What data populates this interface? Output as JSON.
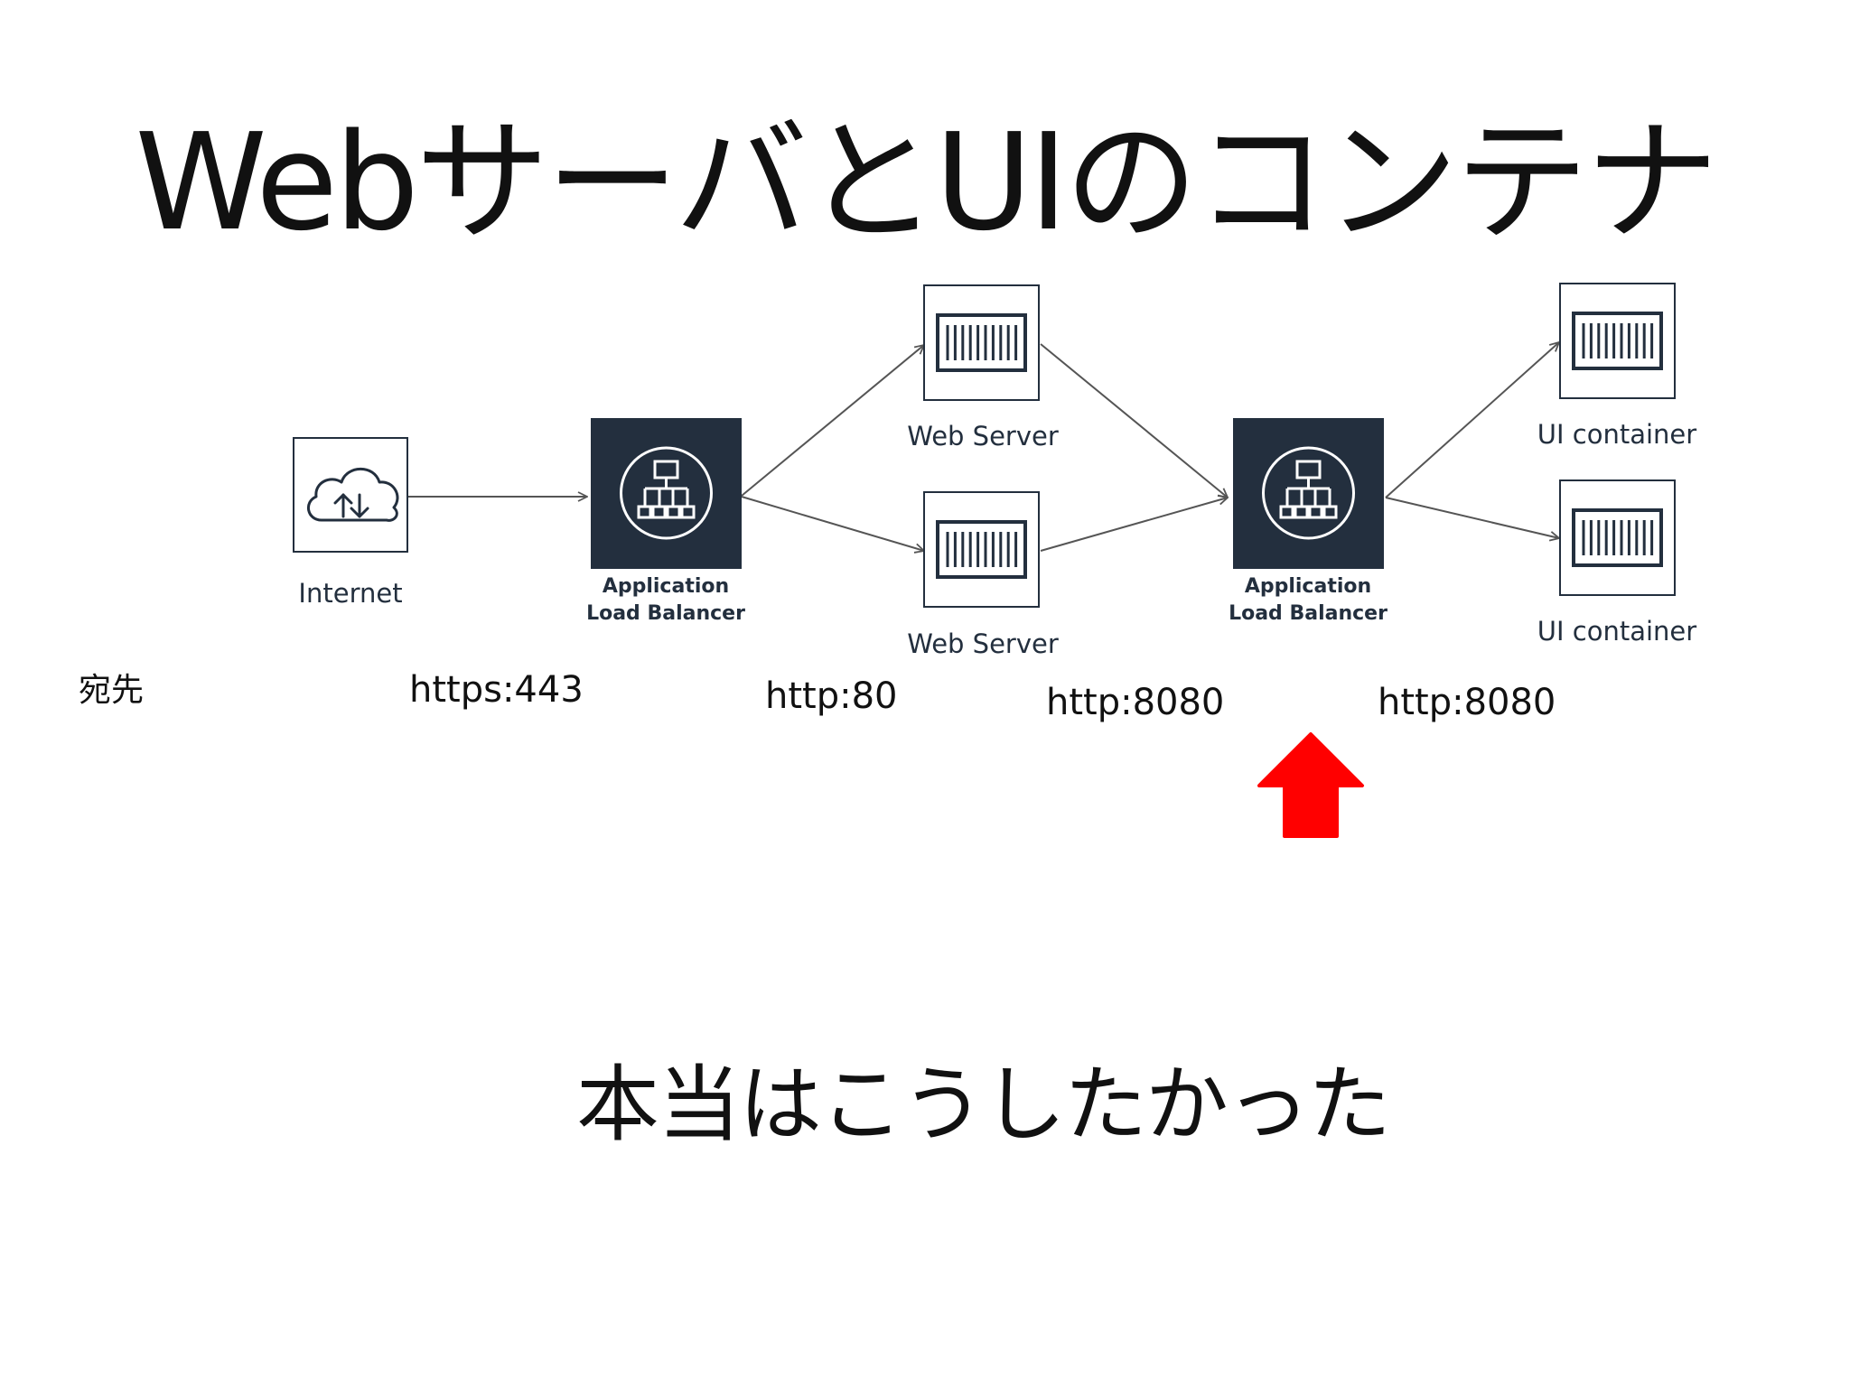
{
  "title": "WebサーバとUIのコンテナ",
  "subtitle": "本当はこうしたかった",
  "diagram": {
    "nodes": {
      "internet": {
        "label": "Internet",
        "icon": "cloud-upload-download-icon"
      },
      "alb1": {
        "line1": "Application",
        "line2": "Load Balancer",
        "icon": "load-balancer-icon"
      },
      "web1": {
        "label": "Web Server",
        "icon": "container-icon"
      },
      "web2": {
        "label": "Web Server",
        "icon": "container-icon"
      },
      "alb2": {
        "line1": "Application",
        "line2": "Load Balancer",
        "icon": "load-balancer-icon"
      },
      "ui1": {
        "label": "UI container",
        "icon": "container-icon"
      },
      "ui2": {
        "label": "UI container",
        "icon": "container-icon"
      }
    },
    "edges": [
      [
        "internet",
        "alb1"
      ],
      [
        "alb1",
        "web1"
      ],
      [
        "alb1",
        "web2"
      ],
      [
        "web1",
        "alb2"
      ],
      [
        "web2",
        "alb2"
      ],
      [
        "alb2",
        "ui1"
      ],
      [
        "alb2",
        "ui2"
      ]
    ]
  },
  "destination_label": "宛先",
  "ports": [
    "https:443",
    "http:80",
    "http:8080",
    "http:8080"
  ],
  "highlight_arrow": {
    "color": "#ff0000",
    "direction": "up",
    "icon": "red-up-arrow-icon"
  },
  "colors": {
    "alb_fill": "#232f3e",
    "line": "#555555",
    "border": "#232f3e"
  }
}
